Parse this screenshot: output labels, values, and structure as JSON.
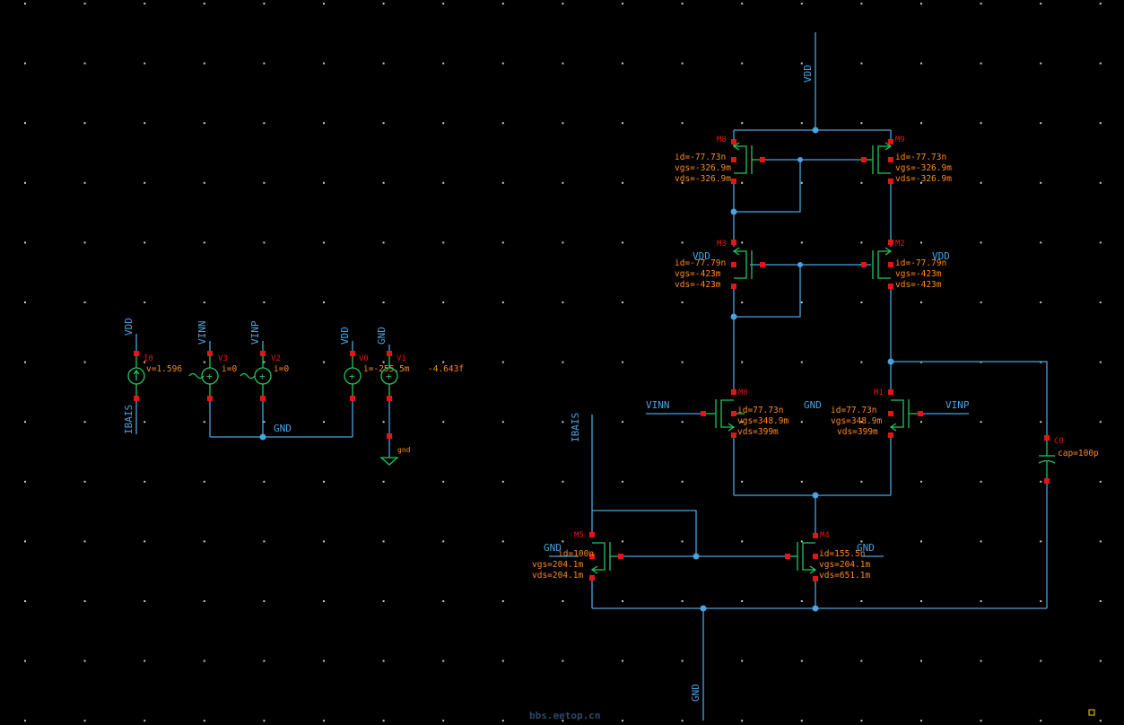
{
  "colors": {
    "background": "#000000",
    "wire": "#4aa3df",
    "pin": "#e81414",
    "symbol": "#22c55e",
    "annotation": "#ff8a1e",
    "grid": "#c9c9c9"
  },
  "nets": {
    "vdd": "VDD",
    "gnd": "GND",
    "vinn": "VINN",
    "vinp": "VINP",
    "ibais": "IBAIS",
    "gnd_small": "gnd"
  },
  "sources": {
    "i0": {
      "name": "I0",
      "param": "v=1.596"
    },
    "v3": {
      "name": "V3",
      "param": "i=0"
    },
    "v2": {
      "name": "V2",
      "param": "i=0"
    },
    "v0": {
      "name": "V0",
      "param": "i=-255.5m"
    },
    "v1": {
      "name": "V1",
      "param": "-4.643f"
    }
  },
  "transistors": {
    "m8": {
      "name": "M8",
      "id": "id=-77.73n",
      "vgs": "vgs=-326.9m",
      "vds": "vds=-326.9m"
    },
    "m9": {
      "name": "M9",
      "id": "id=-77.73n",
      "vgs": "vgs=-326.9m",
      "vds": "vds=-326.9m"
    },
    "m3": {
      "name": "M3",
      "id": "id=-77.79n",
      "vgs": "vgs=-423m",
      "vds": "vds=-423m"
    },
    "m2": {
      "name": "M2",
      "id": "id=-77.79n",
      "vgs": "vgs=-423m",
      "vds": "vds=-423m"
    },
    "m0": {
      "name": "M0",
      "id": "id=77.73n",
      "vgs": "vgs=348.9m",
      "vds": "vds=399m"
    },
    "m1": {
      "name": "M1",
      "id": "id=77.73n",
      "vgs": "vgs=348.9m",
      "vds": "vds=399m"
    },
    "m5": {
      "name": "M5",
      "id": "id=100n",
      "vgs": "vgs=204.1m",
      "vds": "vds=204.1m"
    },
    "m4": {
      "name": "M4",
      "id": "id=155.5n",
      "vgs": "vgs=204.1m",
      "vds": "vds=651.1m"
    }
  },
  "capacitor": {
    "name": "C0",
    "param": "cap=100p"
  },
  "watermark": "bbs.eetop.cn"
}
